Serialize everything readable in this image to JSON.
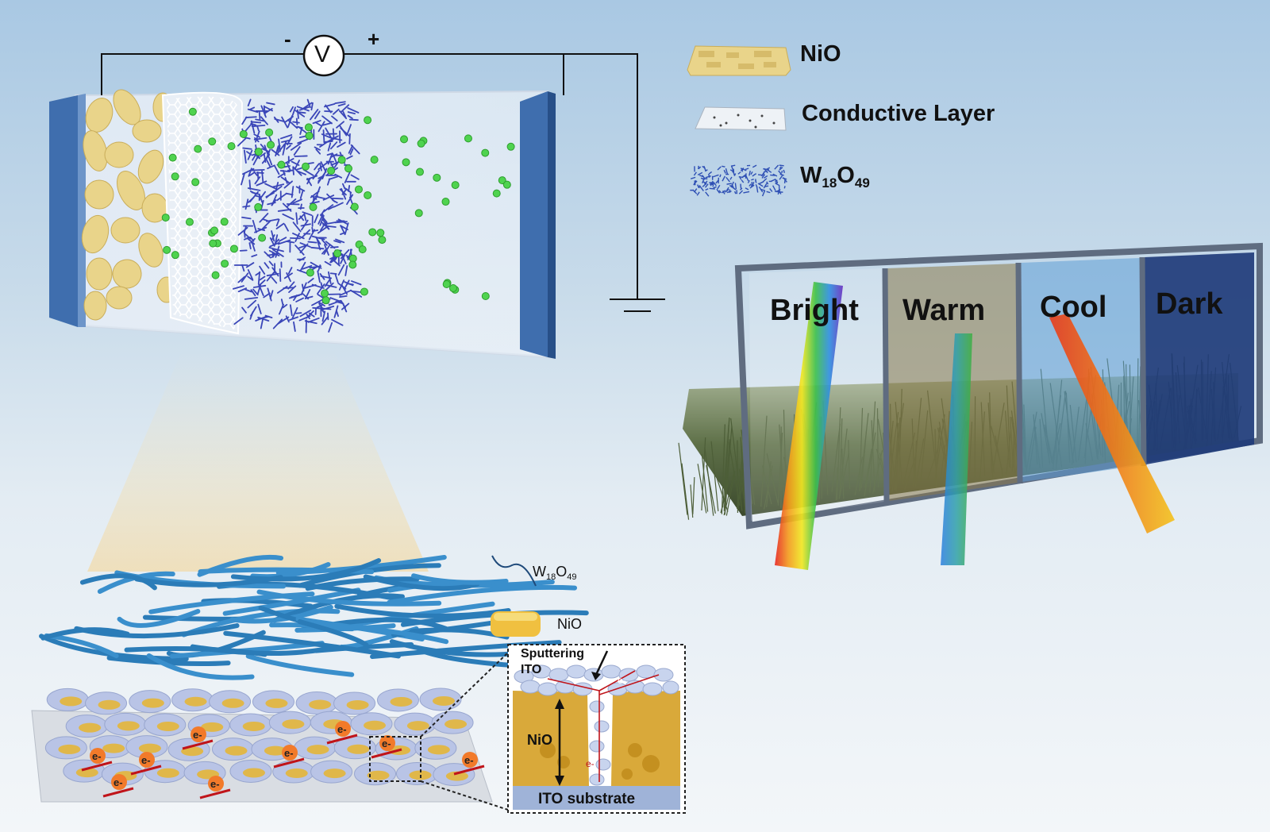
{
  "circuit": {
    "minus_label": "-",
    "plus_label": "+",
    "voltmeter_label": "V"
  },
  "legend_top": {
    "nio": "NiO",
    "conductive": "Conductive Layer",
    "w_main": "W",
    "w_sub1": "18",
    "w_o": "O",
    "w_sub2": "49"
  },
  "window_panels": [
    {
      "label": "Bright",
      "tint": "#ffffff"
    },
    {
      "label": "Warm",
      "tint": "#8a7a4a"
    },
    {
      "label": "Cool",
      "tint": "#5f9fd6"
    },
    {
      "label": "Dark",
      "tint": "#1f3c7a"
    }
  ],
  "legend_bottom": {
    "w_main": "W",
    "w_sub1": "18",
    "w_o": "O",
    "w_sub2": "49",
    "nio": "NiO"
  },
  "inset": {
    "sputtering": "Sputtering",
    "ito": "ITO",
    "nio": "NiO",
    "substrate": "ITO substrate",
    "electron": "e-"
  },
  "electron_label": "e-",
  "colors": {
    "electrode": "#3f6eae",
    "nio": "#e9d48a",
    "w18o49": "#3a46b8",
    "ions": "#4fd34f",
    "nanowire": "#2b7cb8",
    "electron": "#f27a2a",
    "arrow": "#c0141a"
  }
}
